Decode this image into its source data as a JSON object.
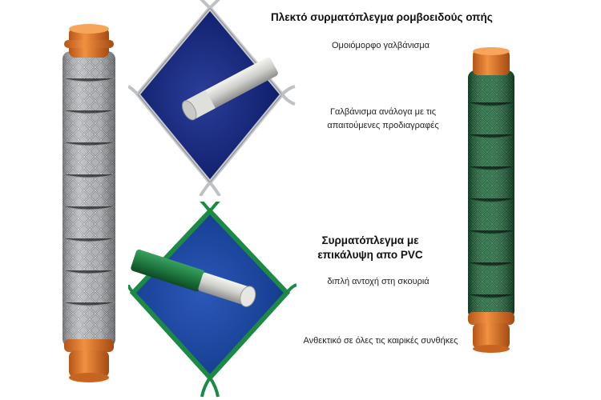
{
  "galvanized": {
    "title": "Πλεκτό συρματόπλεγμα ρομβοειδούς οπής",
    "feature_1": "Ομοιόμορφο γαλβάνισμα",
    "feature_2_line1": "Γαλβάνισμα ανάλογα με τις",
    "feature_2_line2": "απαιτούμενες προδιαγραφές",
    "roll_color": "#a9acb0",
    "cap_color": "#e07a22"
  },
  "pvc": {
    "title_line1": "Συρματόπλεγμα με",
    "title_line2": "επικάλυψη απο PVC",
    "feature_1": "διπλή αντοχή στη σκουριά",
    "feature_2": "Ανθεκτικό σε όλες τις καιρικές συνθήκες",
    "roll_color": "#1f6b3c",
    "cap_color": "#e07a22"
  }
}
